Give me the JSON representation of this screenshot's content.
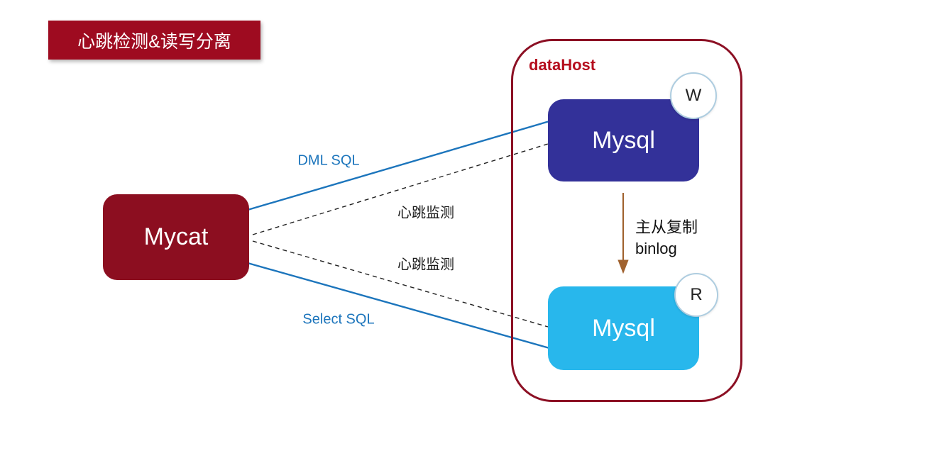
{
  "title": {
    "label": "心跳检测&读写分离"
  },
  "mycat": {
    "label": "Mycat"
  },
  "datahost": {
    "label": "dataHost",
    "master": {
      "label": "Mysql",
      "badge": "W"
    },
    "slave": {
      "label": "Mysql",
      "badge": "R"
    }
  },
  "edges": {
    "dml": "DML SQL",
    "select": "Select SQL",
    "heartbeat_top": "心跳监测",
    "heartbeat_bottom": "心跳监测",
    "replication_line1": "主从复制",
    "replication_line2": "binlog"
  },
  "colors": {
    "title_bg": "#9e0b20",
    "mycat_bg": "#8c0e20",
    "datahost_border": "#8c1024",
    "datahost_label": "#b50d1d",
    "mysql_master_bg": "#333199",
    "mysql_slave_bg": "#28b7ec",
    "connector_blue": "#1c75bc",
    "heartbeat_dash": "#222222",
    "replication_arrow": "#a0622f",
    "badge_border": "#aecde0"
  }
}
